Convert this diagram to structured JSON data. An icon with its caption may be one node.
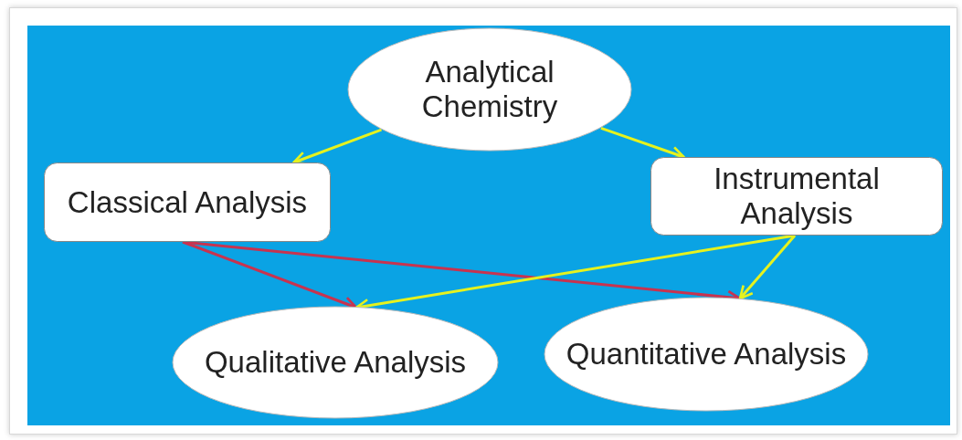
{
  "diagram": {
    "nodes": [
      {
        "text": [
          "Analytical Chemistry"
        ]
      },
      {
        "text": [
          "Classical Analysis"
        ]
      },
      {
        "text": [
          "Instrumental Analysis"
        ]
      },
      {
        "text": [
          "Qualitative Analysis"
        ]
      },
      {
        "text": [
          "Quantitative Analysis"
        ]
      }
    ],
    "edges": [
      {
        "from": 0,
        "to": 1,
        "arrow": "to"
      },
      {
        "from": 0,
        "to": 2,
        "arrow": "to"
      },
      {
        "from": 1,
        "to": 3,
        "arrow": "to",
        "color": "#c8334f"
      },
      {
        "from": 1,
        "to": 4,
        "arrow": "to",
        "color": "#c8334f"
      },
      {
        "from": 2,
        "to": 3,
        "arrow": "to"
      },
      {
        "from": 2,
        "to": 4,
        "arrow": "to"
      }
    ]
  }
}
